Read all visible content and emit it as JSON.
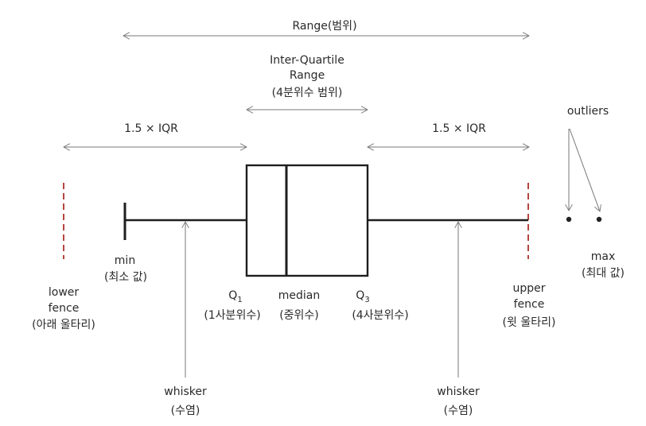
{
  "diagram": {
    "range_label": "Range(범위)",
    "iqr_label": [
      "Inter-Quartile",
      "Range",
      "(4분위수 범위)"
    ],
    "left_fence_distance_label": "1.5 × IQR",
    "right_fence_distance_label": "1.5 × IQR",
    "outliers_label": "outliers",
    "min_label": [
      "min",
      "(최소 값)"
    ],
    "lower_fence_label": [
      "lower",
      "fence",
      "(아래 울타리)"
    ],
    "q1_label": {
      "base": "Q",
      "sub": "1",
      "ko": "(1사분위수)"
    },
    "median_label": [
      "median",
      "(중위수)"
    ],
    "q3_label": {
      "base": "Q",
      "sub": "3",
      "ko": "(4사분위수)"
    },
    "upper_fence_label": [
      "upper",
      "fence",
      "(윗 울타리)"
    ],
    "max_label": [
      "max",
      "(최대 값)"
    ],
    "left_whisker_label": [
      "whisker",
      "(수염)"
    ],
    "right_whisker_label": [
      "whisker",
      "(수염)"
    ],
    "colors": {
      "fence": "#b5453f",
      "box": "#1e1e1e",
      "arrow": "#777777"
    }
  }
}
